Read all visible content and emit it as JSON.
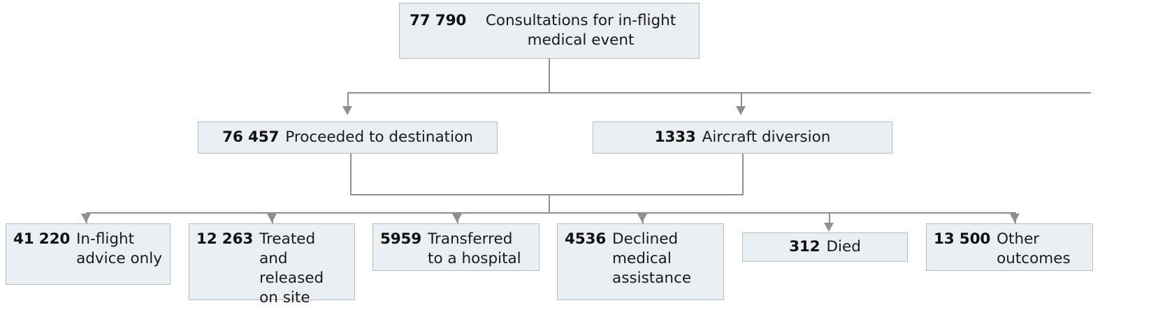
{
  "diagram": {
    "title": "Consultations for in-flight medical events flow diagram",
    "colors": {
      "node_fill": "#e9eff2",
      "node_border": "#b6bdc0",
      "connector": "#8c9194",
      "text": "#1a1a1a",
      "background": "#ffffff"
    },
    "levels": [
      {
        "name": "level-1",
        "nodes": [
          {
            "id": "root",
            "count": "77 790",
            "label": "Consultations for in-flight medical event"
          }
        ]
      },
      {
        "name": "level-2",
        "nodes": [
          {
            "id": "proceeded",
            "count": "76 457",
            "label": "Proceeded to destination"
          },
          {
            "id": "diversion",
            "count": "1333",
            "label": "Aircraft diversion"
          }
        ]
      },
      {
        "name": "level-3",
        "nodes": [
          {
            "id": "advice",
            "count": "41 220",
            "label": "In-flight\nadvice only"
          },
          {
            "id": "treated",
            "count": "12 263",
            "label": "Treated and\nreleased\non site"
          },
          {
            "id": "hospital",
            "count": "5959",
            "label": "Transferred\nto a hospital"
          },
          {
            "id": "declined",
            "count": "4536",
            "label": "Declined\nmedical\nassistance"
          },
          {
            "id": "died",
            "count": "312",
            "label": "Died"
          },
          {
            "id": "other",
            "count": "13 500",
            "label": "Other\noutcomes"
          }
        ]
      }
    ]
  }
}
